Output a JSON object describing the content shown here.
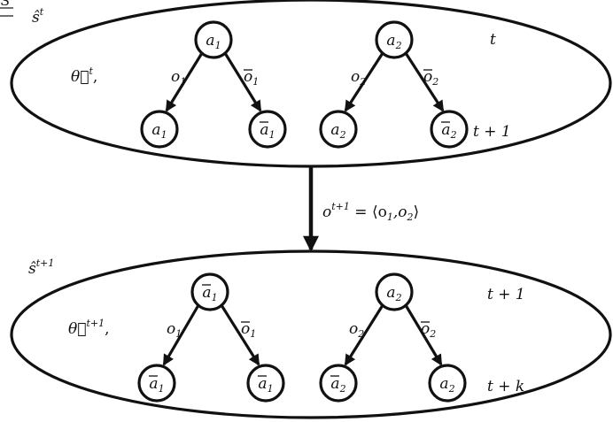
{
  "corner_fragment": "S",
  "state_top": {
    "label_pre": "ŝ",
    "label_sup": "t",
    "belief_pre": "θ⃗",
    "belief_sup": "t",
    "belief_post": ",",
    "time_top": "t",
    "time_bottom": "t + 1",
    "trees": [
      {
        "root": {
          "base": "a",
          "sub": "1",
          "bar": false
        },
        "edge_left": {
          "base": "o",
          "sub": "1",
          "bar": false
        },
        "edge_right": {
          "base": "o",
          "sub": "1",
          "bar": true
        },
        "leaf_left": {
          "base": "a",
          "sub": "1",
          "bar": false
        },
        "leaf_right": {
          "base": "a",
          "sub": "1",
          "bar": true
        }
      },
      {
        "root": {
          "base": "a",
          "sub": "2",
          "bar": false
        },
        "edge_left": {
          "base": "o",
          "sub": "2",
          "bar": false
        },
        "edge_right": {
          "base": "o",
          "sub": "2",
          "bar": true
        },
        "leaf_left": {
          "base": "a",
          "sub": "2",
          "bar": false
        },
        "leaf_right": {
          "base": "a",
          "sub": "2",
          "bar": true
        }
      }
    ]
  },
  "transition": {
    "label_pre": "o",
    "label_sup": "t+1",
    "label_post": " = ⟨o",
    "label_sub1": "1",
    "label_mid": ",o",
    "label_sub2": "2",
    "label_end": "⟩"
  },
  "state_bottom": {
    "label_pre": "ŝ",
    "label_sup": "t+1",
    "belief_pre": "θ⃗",
    "belief_sup": "t+1",
    "belief_post": ",",
    "time_top": "t + 1",
    "time_bottom": "t + k",
    "trees": [
      {
        "root": {
          "base": "a",
          "sub": "1",
          "bar": true
        },
        "edge_left": {
          "base": "o",
          "sub": "1",
          "bar": false
        },
        "edge_right": {
          "base": "o",
          "sub": "1",
          "bar": true
        },
        "leaf_left": {
          "base": "a",
          "sub": "1",
          "bar": true
        },
        "leaf_right": {
          "base": "a",
          "sub": "1",
          "bar": true
        }
      },
      {
        "root": {
          "base": "a",
          "sub": "2",
          "bar": false
        },
        "edge_left": {
          "base": "o",
          "sub": "2",
          "bar": false
        },
        "edge_right": {
          "base": "o",
          "sub": "2",
          "bar": true
        },
        "leaf_left": {
          "base": "a",
          "sub": "2",
          "bar": true
        },
        "leaf_right": {
          "base": "a",
          "sub": "2",
          "bar": false
        }
      }
    ]
  }
}
